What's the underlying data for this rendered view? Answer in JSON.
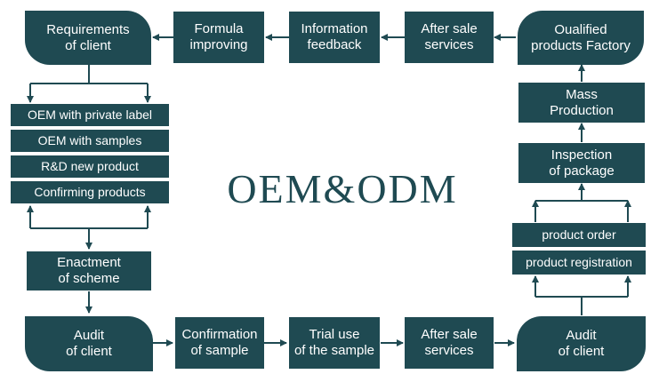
{
  "title": "OEM&ODM",
  "colors": {
    "node_fill": "#1f4a52",
    "arrow": "#1f4a52",
    "background": "#ffffff"
  },
  "nodes": {
    "requirements": "Requirements\nof client",
    "formula": "Formula\nimproving",
    "info_feedback": "Information\nfeedback",
    "after_sale_top": "After sale\nservices",
    "qualified": "Oualified\nproducts Factory",
    "oem_private": "OEM with private label",
    "oem_samples": "OEM with samples",
    "rd_new": "R&D new product",
    "confirming": "Confirming products",
    "enactment": "Enactment\nof scheme",
    "audit_left": "Audit\nof  client",
    "confirmation": "Confirmation\nof sample",
    "trial": "Trial use\nof the sample",
    "after_sale_bottom": "After sale\nservices",
    "audit_right": "Audit\nof client",
    "mass": "Mass\nProduction",
    "inspection": "Inspection\nof package",
    "product_order": "product order",
    "product_registration": "product registration"
  }
}
